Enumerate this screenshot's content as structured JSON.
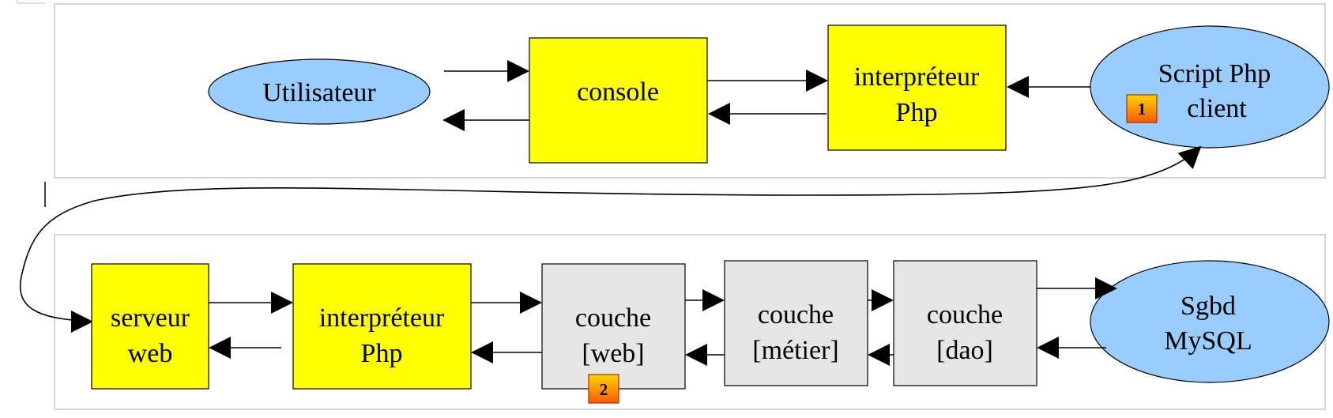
{
  "colors": {
    "yellow_box": "#ffff00",
    "grey_box": "#e6e6e6",
    "blue_ellipse": "#99ccff",
    "frame": "#c8c8c8",
    "badge_fill_top": "#ffcc00",
    "badge_fill_bottom": "#ff6600"
  },
  "top_row": {
    "utilisateur": "Utilisateur",
    "console": "console",
    "interpreteur_line1": "interpréteur",
    "interpreteur_line2": "Php",
    "script_line1": "Script Php",
    "script_line2": "client",
    "badge1": "1"
  },
  "bottom_row": {
    "serveur_line1": "serveur",
    "serveur_line2": "web",
    "interpreteur_line1": "interpréteur",
    "interpreteur_line2": "Php",
    "couche_web_line1": "couche",
    "couche_web_line2": "[web]",
    "couche_metier_line1": "couche",
    "couche_metier_line2": "[métier]",
    "couche_dao_line1": "couche",
    "couche_dao_line2": "[dao]",
    "sgbd_line1": "Sgbd",
    "sgbd_line2": "MySQL",
    "badge2": "2"
  }
}
